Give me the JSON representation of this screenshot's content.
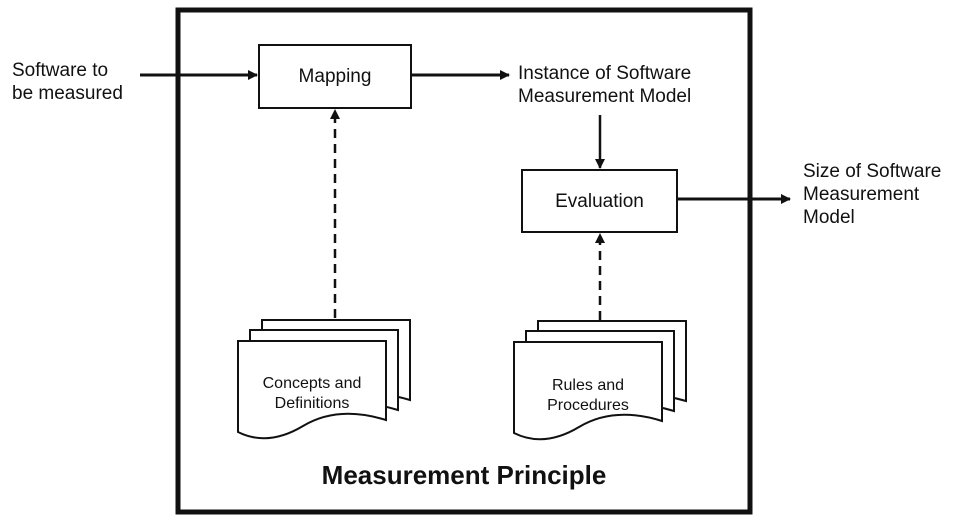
{
  "inputs": {
    "software_line1": "Software to",
    "software_line2": "be measured"
  },
  "nodes": {
    "mapping": "Mapping",
    "evaluation": "Evaluation"
  },
  "outputs": {
    "instance_line1": "Instance of Software",
    "instance_line2": "Measurement Model",
    "size_line1": "Size of Software",
    "size_line2": "Measurement",
    "size_line3": "Model"
  },
  "documents": {
    "concepts_line1": "Concepts and",
    "concepts_line2": "Definitions",
    "rules_line1": "Rules and",
    "rules_line2": "Procedures"
  },
  "frame": {
    "title": "Measurement Principle"
  }
}
